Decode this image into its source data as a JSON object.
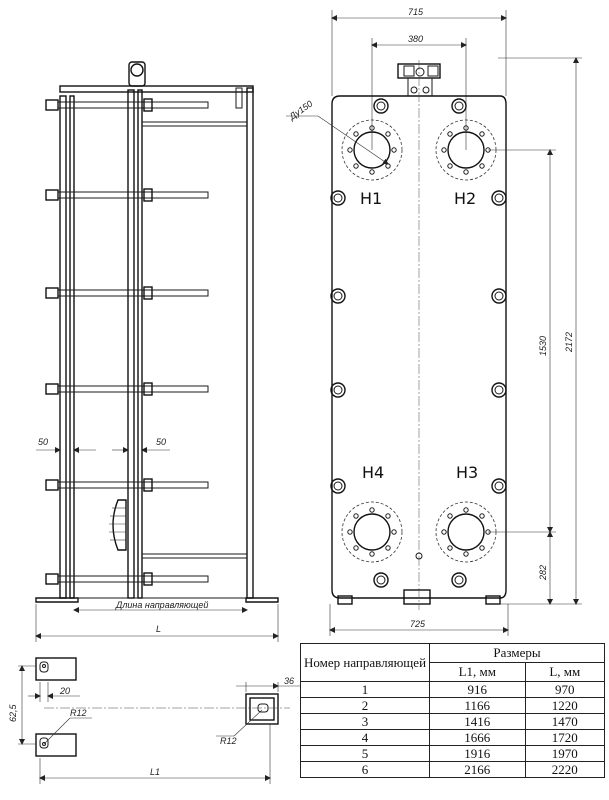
{
  "dimensions": {
    "overall_width": "715",
    "port_spacing": "380",
    "port_diameter": "Ду150",
    "overall_height": "2172",
    "port_vertical_spacing": "1530",
    "bottom_to_port": "282",
    "base_width": "725",
    "guide_offset_left": "50",
    "guide_offset_right": "50",
    "guide_length_label": "Длина направляющей",
    "total_length": "L",
    "slot_height": "62,5",
    "slot_width": "20",
    "slot_radius_left": "R12",
    "slot_radius_right": "R12",
    "slot_offset": "36",
    "slot_length": "L1"
  },
  "ports": {
    "h1": "H1",
    "h2": "H2",
    "h3": "H3",
    "h4": "H4"
  },
  "table": {
    "col_guide_number": "Номер направляющей",
    "col_sizes": "Размеры",
    "col_l1": "L1, мм",
    "col_l": "L, мм",
    "rows": [
      {
        "n": "1",
        "l1": "916",
        "l": "970"
      },
      {
        "n": "2",
        "l1": "1166",
        "l": "1220"
      },
      {
        "n": "3",
        "l1": "1416",
        "l": "1470"
      },
      {
        "n": "4",
        "l1": "1666",
        "l": "1720"
      },
      {
        "n": "5",
        "l1": "1916",
        "l": "1970"
      },
      {
        "n": "6",
        "l1": "2166",
        "l": "2220"
      }
    ]
  }
}
